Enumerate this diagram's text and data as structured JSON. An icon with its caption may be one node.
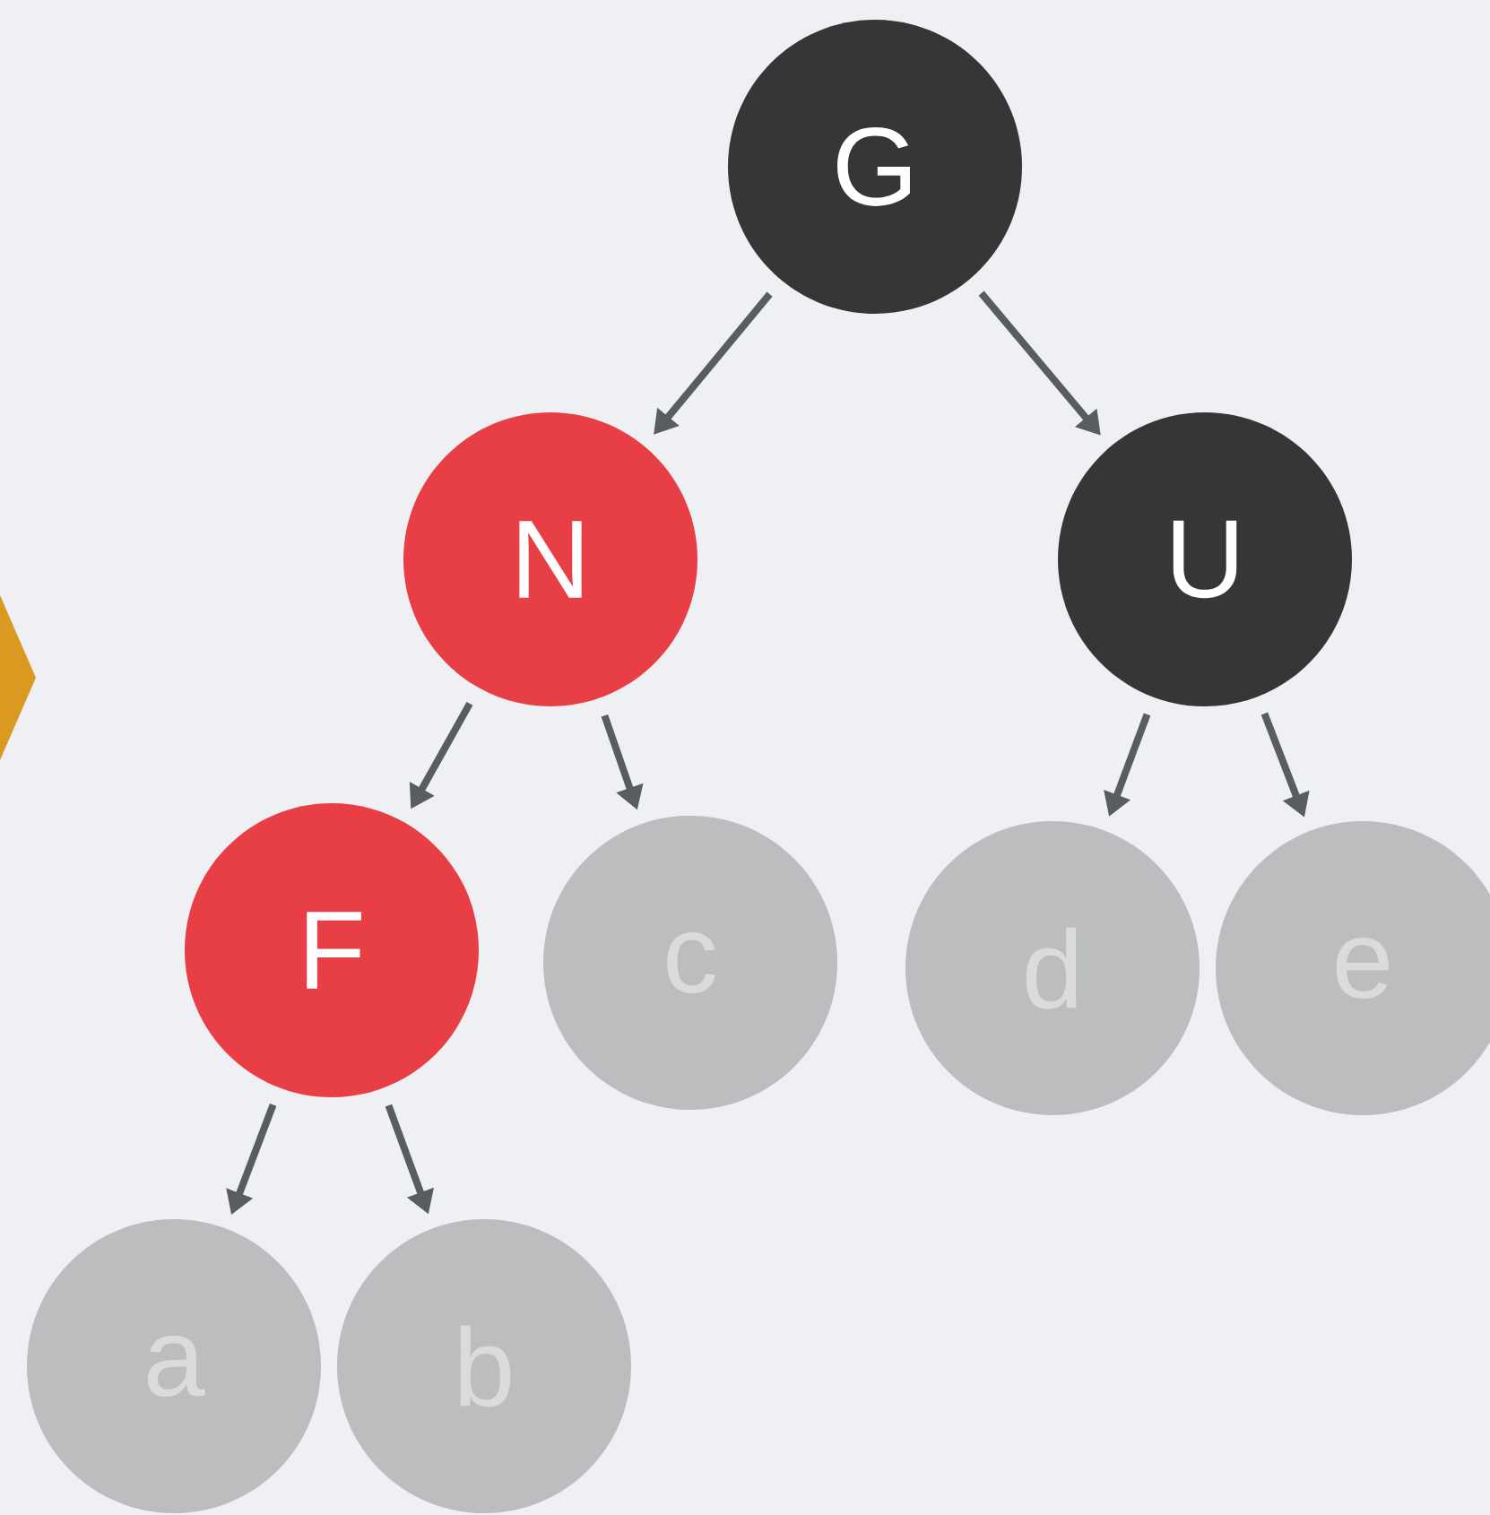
{
  "diagram": {
    "nodes": [
      {
        "text": [
          "G"
        ]
      },
      {
        "text": [
          "N"
        ]
      },
      {
        "text": [
          "U"
        ]
      },
      {
        "text": [
          "F"
        ]
      },
      {
        "text": [
          "c"
        ]
      },
      {
        "text": [
          "d"
        ]
      },
      {
        "text": [
          "e"
        ]
      },
      {
        "text": [
          "a"
        ]
      },
      {
        "text": [
          "b"
        ]
      },
      {
        "text": [],
        "shape": "chevron"
      }
    ],
    "edges": [
      {
        "from": 0,
        "to": 1,
        "arrow": "to"
      },
      {
        "from": 0,
        "to": 2,
        "arrow": "to"
      },
      {
        "from": 1,
        "to": 3,
        "arrow": "to"
      },
      {
        "from": 1,
        "to": 4,
        "arrow": "to"
      },
      {
        "from": 2,
        "to": 5,
        "arrow": "to"
      },
      {
        "from": 2,
        "to": 6,
        "arrow": "to"
      },
      {
        "from": 3,
        "to": 7,
        "arrow": "to"
      },
      {
        "from": 3,
        "to": 8,
        "arrow": "to"
      }
    ]
  }
}
